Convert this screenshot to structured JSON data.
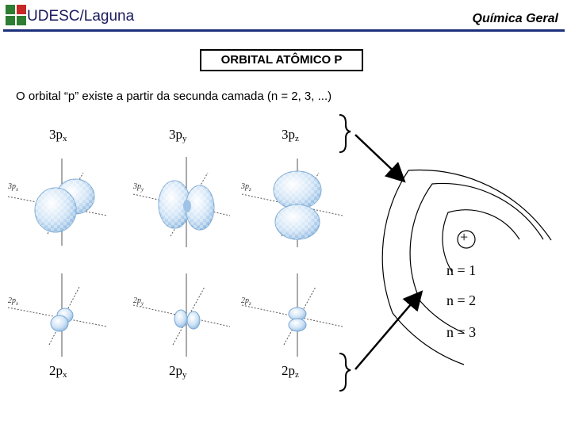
{
  "header": {
    "logo_text": "UDESC/Laguna",
    "course": "Química Geral"
  },
  "slide": {
    "title": "ORBITAL ATÔMICO P",
    "intro": "O orbital “p” existe a partir da secunda camada (n = 2, 3, ...)"
  },
  "orbitals": {
    "row3": [
      {
        "base": "3p",
        "sub": "x"
      },
      {
        "base": "3p",
        "sub": "y"
      },
      {
        "base": "3p",
        "sub": "z"
      }
    ],
    "row2": [
      {
        "base": "2p",
        "sub": "x"
      },
      {
        "base": "2p",
        "sub": "y"
      },
      {
        "base": "2p",
        "sub": "z"
      }
    ]
  },
  "atom": {
    "nucleus_symbol": "+",
    "levels": [
      "n = 1",
      "n = 2",
      "n = 3"
    ]
  },
  "colors": {
    "header_rule": "#1c2f7a",
    "lobe": "#bcd9f2",
    "lobe_stroke": "#7aa7d2"
  }
}
